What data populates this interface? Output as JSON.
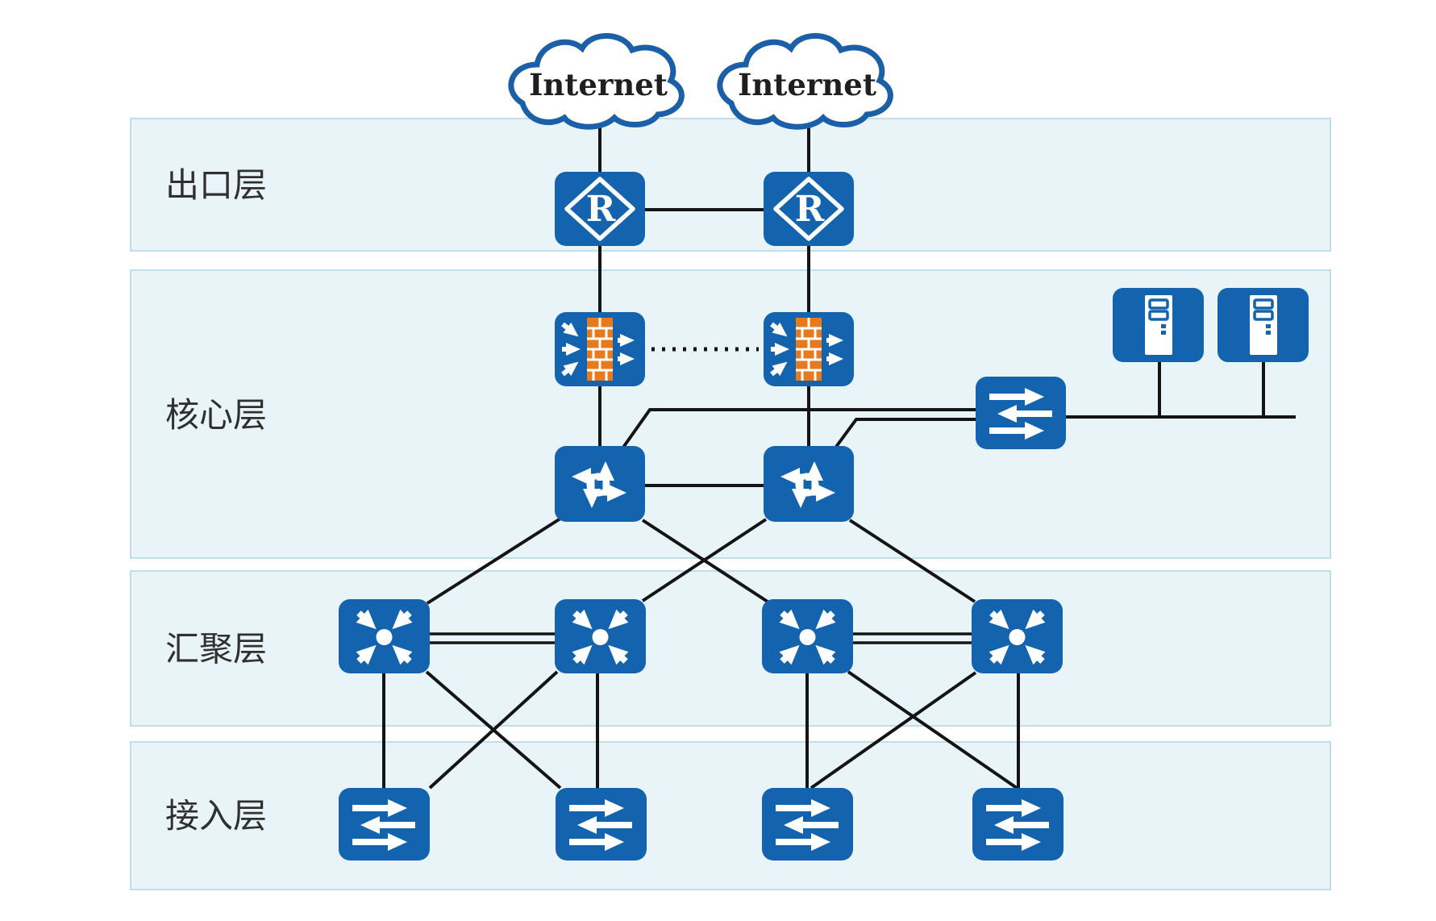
{
  "diagram": {
    "type": "network-topology",
    "layers": [
      {
        "id": "egress",
        "label": "出口层"
      },
      {
        "id": "core",
        "label": "核心层"
      },
      {
        "id": "aggregation",
        "label": "汇聚层"
      },
      {
        "id": "access",
        "label": "接入层"
      }
    ],
    "clouds": [
      {
        "id": "internet-1",
        "label": "Internet"
      },
      {
        "id": "internet-2",
        "label": "Internet"
      }
    ],
    "router_letter": "R",
    "nodes": [
      {
        "id": "internet-1",
        "type": "internet-cloud",
        "label": "Internet",
        "layer": null
      },
      {
        "id": "internet-2",
        "type": "internet-cloud",
        "label": "Internet",
        "layer": null
      },
      {
        "id": "router-1",
        "type": "router",
        "layer": "出口层"
      },
      {
        "id": "router-2",
        "type": "router",
        "layer": "出口层"
      },
      {
        "id": "firewall-1",
        "type": "firewall",
        "layer": "核心层"
      },
      {
        "id": "firewall-2",
        "type": "firewall",
        "layer": "核心层"
      },
      {
        "id": "core-switch-1",
        "type": "l3-switch",
        "layer": "核心层"
      },
      {
        "id": "core-switch-2",
        "type": "l3-switch",
        "layer": "核心层"
      },
      {
        "id": "server-switch",
        "type": "switch",
        "layer": "核心层"
      },
      {
        "id": "server-1",
        "type": "server",
        "layer": "核心层"
      },
      {
        "id": "server-2",
        "type": "server",
        "layer": "核心层"
      },
      {
        "id": "agg-switch-1",
        "type": "aggregation-switch",
        "layer": "汇聚层"
      },
      {
        "id": "agg-switch-2",
        "type": "aggregation-switch",
        "layer": "汇聚层"
      },
      {
        "id": "agg-switch-3",
        "type": "aggregation-switch",
        "layer": "汇聚层"
      },
      {
        "id": "agg-switch-4",
        "type": "aggregation-switch",
        "layer": "汇聚层"
      },
      {
        "id": "access-switch-1",
        "type": "switch",
        "layer": "接入层"
      },
      {
        "id": "access-switch-2",
        "type": "switch",
        "layer": "接入层"
      },
      {
        "id": "access-switch-3",
        "type": "switch",
        "layer": "接入层"
      },
      {
        "id": "access-switch-4",
        "type": "switch",
        "layer": "接入层"
      }
    ],
    "links": [
      {
        "from": "internet-1",
        "to": "router-1",
        "style": "solid"
      },
      {
        "from": "internet-2",
        "to": "router-2",
        "style": "solid"
      },
      {
        "from": "router-1",
        "to": "router-2",
        "style": "solid"
      },
      {
        "from": "router-1",
        "to": "firewall-1",
        "style": "solid"
      },
      {
        "from": "router-2",
        "to": "firewall-2",
        "style": "solid"
      },
      {
        "from": "firewall-1",
        "to": "firewall-2",
        "style": "dotted"
      },
      {
        "from": "firewall-1",
        "to": "core-switch-1",
        "style": "solid"
      },
      {
        "from": "firewall-2",
        "to": "core-switch-2",
        "style": "solid"
      },
      {
        "from": "core-switch-1",
        "to": "core-switch-2",
        "style": "solid"
      },
      {
        "from": "core-switch-1",
        "to": "server-switch",
        "style": "solid"
      },
      {
        "from": "core-switch-2",
        "to": "server-switch",
        "style": "solid"
      },
      {
        "from": "server-switch",
        "to": "server-1",
        "style": "solid"
      },
      {
        "from": "server-switch",
        "to": "server-2",
        "style": "solid"
      },
      {
        "from": "core-switch-1",
        "to": "agg-switch-1",
        "style": "solid"
      },
      {
        "from": "core-switch-1",
        "to": "agg-switch-3",
        "style": "solid"
      },
      {
        "from": "core-switch-2",
        "to": "agg-switch-2",
        "style": "solid"
      },
      {
        "from": "core-switch-2",
        "to": "agg-switch-4",
        "style": "solid"
      },
      {
        "from": "agg-switch-1",
        "to": "agg-switch-2",
        "style": "double"
      },
      {
        "from": "agg-switch-3",
        "to": "agg-switch-4",
        "style": "double"
      },
      {
        "from": "agg-switch-1",
        "to": "access-switch-1",
        "style": "solid"
      },
      {
        "from": "agg-switch-1",
        "to": "access-switch-2",
        "style": "solid"
      },
      {
        "from": "agg-switch-2",
        "to": "access-switch-1",
        "style": "solid"
      },
      {
        "from": "agg-switch-2",
        "to": "access-switch-2",
        "style": "solid"
      },
      {
        "from": "agg-switch-3",
        "to": "access-switch-3",
        "style": "solid"
      },
      {
        "from": "agg-switch-3",
        "to": "access-switch-4",
        "style": "solid"
      },
      {
        "from": "agg-switch-4",
        "to": "access-switch-3",
        "style": "solid"
      },
      {
        "from": "agg-switch-4",
        "to": "access-switch-4",
        "style": "solid"
      }
    ]
  },
  "colors": {
    "blue": "#1463AE",
    "orange": "#E87A1E",
    "line": "#141414",
    "band-fill": "#E9F4F9",
    "band-border": "#BFE0EA",
    "label": "#303030",
    "cloud-stroke": "#1A5FA8",
    "text-dark": "#1F1F1F"
  }
}
